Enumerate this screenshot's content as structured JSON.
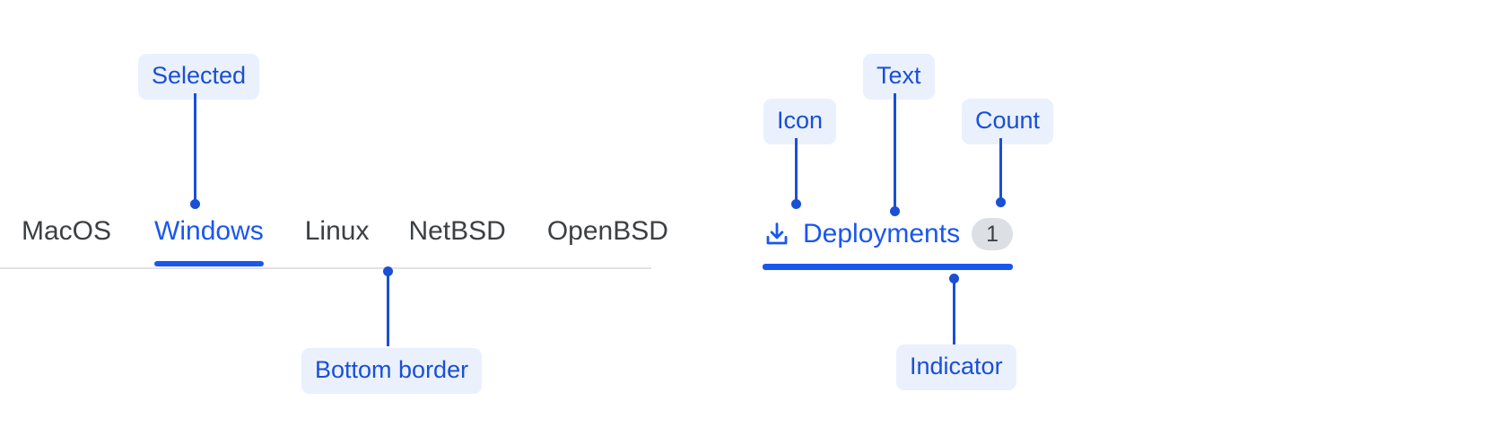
{
  "colors": {
    "accent_blue": "#1a56f0",
    "annotation_blue": "#1a4fd6",
    "annotation_chip_bg": "#eaf1fd",
    "tab_text": "#3c4043",
    "strip_border": "#e2e2e4",
    "count_badge_bg": "#dcdfe3",
    "background": "#ffffff"
  },
  "left_example": {
    "tabs": [
      {
        "label": "MacOS",
        "selected": false
      },
      {
        "label": "Windows",
        "selected": true
      },
      {
        "label": "Linux",
        "selected": false
      },
      {
        "label": "NetBSD",
        "selected": false
      },
      {
        "label": "OpenBSD",
        "selected": false
      }
    ],
    "annotations": [
      {
        "label": "Selected"
      },
      {
        "label": "Bottom border"
      }
    ]
  },
  "right_example": {
    "tab": {
      "icon": "download-icon",
      "label": "Deployments",
      "count": "1",
      "selected": true
    },
    "annotations": [
      {
        "label": "Icon"
      },
      {
        "label": "Text"
      },
      {
        "label": "Count"
      },
      {
        "label": "Indicator"
      }
    ]
  }
}
